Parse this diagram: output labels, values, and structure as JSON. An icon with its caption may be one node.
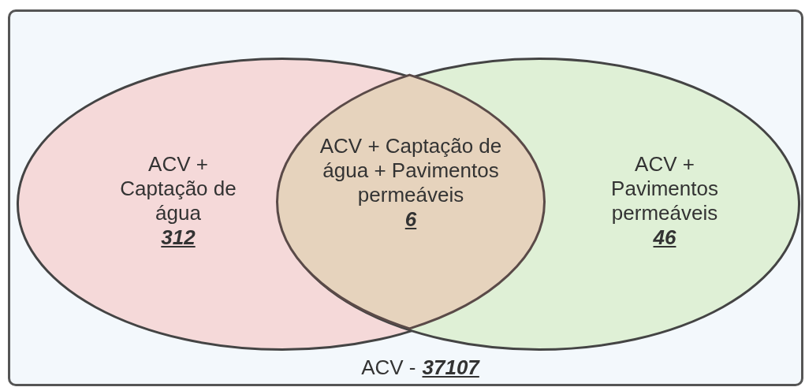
{
  "diagram": {
    "nodes": [
      {
        "text": [
          "ACV -",
          "37107"
        ]
      },
      {
        "text": [
          "ACV + Captação de água",
          "312"
        ],
        "in": 0
      },
      {
        "text": [
          "ACV + Pavimentos permeáveis",
          "46"
        ],
        "in": 0
      },
      {
        "text": [
          "ACV + Captação de água + Pavimentos permeáveis",
          "6"
        ]
      }
    ],
    "edges": []
  }
}
